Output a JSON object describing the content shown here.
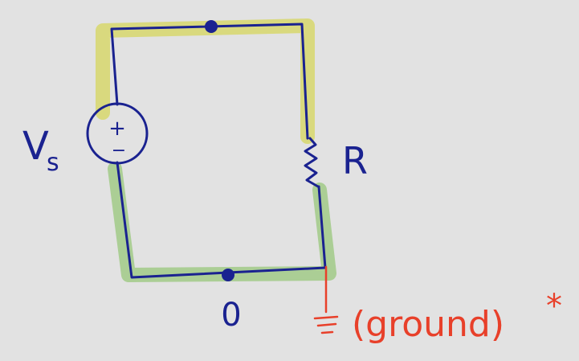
{
  "labels": {
    "source": "V",
    "source_subscript": "s",
    "resistor": "R",
    "node_bottom": "0",
    "ground": "(ground)",
    "asterisk": "*"
  },
  "source_polarity": {
    "plus": "+",
    "minus": "−"
  },
  "colors": {
    "background": "#e2e2e2",
    "wire": "#1a2290",
    "node_top_highlight": "#d8d878",
    "node_bottom_highlight": "#a8cc90",
    "ground": "#e8402a",
    "label": "#1a2290"
  }
}
